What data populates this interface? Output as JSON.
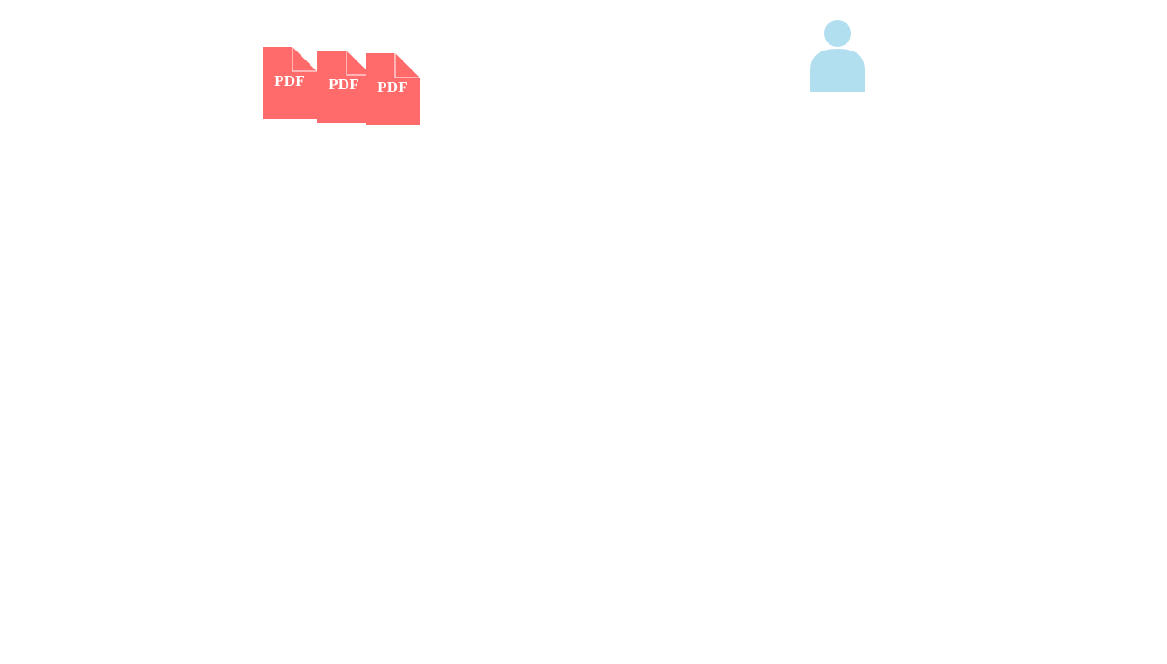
{
  "documents": [
    {
      "label": "PDF"
    },
    {
      "label": "PDF"
    },
    {
      "label": "PDF"
    }
  ],
  "icons": {
    "document": "pdf-document-icon",
    "person": "user-icon"
  },
  "colors": {
    "pdf_fill": "#ff6b6b",
    "pdf_fold": "#ff6b6b",
    "pdf_fold_edge": "#ffffff",
    "person_fill": "#b1dff0",
    "background": "#ffffff"
  }
}
